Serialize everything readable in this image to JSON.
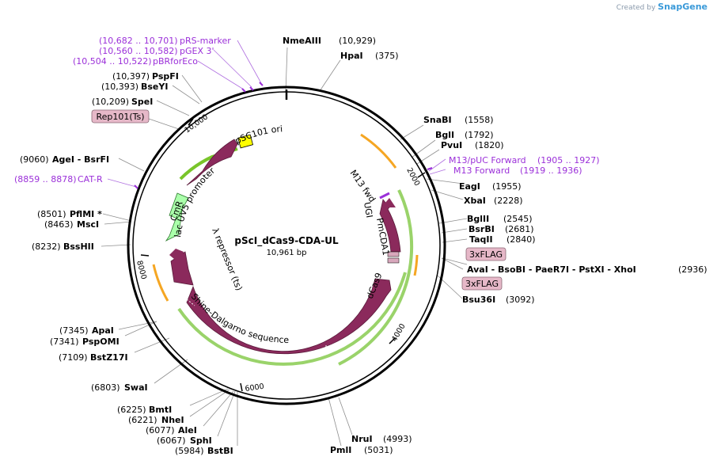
{
  "watermark": {
    "prefix": "Created by",
    "brand": "SnapGene"
  },
  "plasmid": {
    "name": "pScI_dCas9-CDA-UL",
    "length": "10,961 bp"
  },
  "colors": {
    "feature_arrow": "#8b2a5c",
    "primer": "#9b30d9",
    "orf": "#f5a623",
    "promoter": "#79c52a",
    "ori": "#ffff00",
    "resistance": "#aaffaa",
    "boxed_label": "#e6b8c8"
  },
  "enzymes": [
    {
      "name": "NmeAIII",
      "pos": "(10,929)"
    },
    {
      "name": "HpaI",
      "pos": "(375)"
    },
    {
      "name": "SnaBI",
      "pos": "(1558)"
    },
    {
      "name": "BglI",
      "pos": "(1792)"
    },
    {
      "name": "PvuI",
      "pos": "(1820)"
    },
    {
      "name": "EagI",
      "pos": "(1955)"
    },
    {
      "name": "XbaI",
      "pos": "(2228)"
    },
    {
      "name": "BglII",
      "pos": "(2545)"
    },
    {
      "name": "BsrBI",
      "pos": "(2681)"
    },
    {
      "name": "TaqII",
      "pos": "(2840)"
    },
    {
      "name": "AvaI - BsoBI - PaeR7I - PstXI - XhoI",
      "pos": "(2936)"
    },
    {
      "name": "Bsu36I",
      "pos": "(3092)"
    },
    {
      "name": "NruI",
      "pos": "(4993)"
    },
    {
      "name": "PmlI",
      "pos": "(5031)"
    },
    {
      "name": "BstBI",
      "pos": "(5984)"
    },
    {
      "name": "SphI",
      "pos": "(6067)"
    },
    {
      "name": "AleI",
      "pos": "(6077)"
    },
    {
      "name": "NheI",
      "pos": "(6221)"
    },
    {
      "name": "BmtI",
      "pos": "(6225)"
    },
    {
      "name": "SwaI",
      "pos": "(6803)"
    },
    {
      "name": "BstZ17I",
      "pos": "(7109)"
    },
    {
      "name": "PspOMI",
      "pos": "(7341)"
    },
    {
      "name": "ApaI",
      "pos": "(7345)"
    },
    {
      "name": "BssHII",
      "pos": "(8232)"
    },
    {
      "name": "MscI",
      "pos": "(8463)"
    },
    {
      "name": "PflMI *",
      "pos": "(8501)"
    },
    {
      "name": "AgeI - BsrFI",
      "pos": "(9060)"
    },
    {
      "name": "SpeI",
      "pos": "(10,209)"
    },
    {
      "name": "BseYI",
      "pos": "(10,393)"
    },
    {
      "name": "PspFI",
      "pos": "(10,397)"
    }
  ],
  "primers": [
    {
      "range": "(10,682 .. 10,701)",
      "name": "pRS-marker"
    },
    {
      "range": "(10,560 .. 10,582)",
      "name": "pGEX 3'"
    },
    {
      "range": "(10,504 .. 10,522)",
      "name": "pBRforEco"
    },
    {
      "range": "(1905 .. 1927)",
      "name": "M13/pUC Forward"
    },
    {
      "range": "(1919 .. 1936)",
      "name": "M13 Forward"
    },
    {
      "range": "(8859 .. 8878)",
      "name": "CAT-R"
    }
  ],
  "boxed_labels": [
    "Rep101(Ts)",
    "3xFLAG",
    "3xFLAG"
  ],
  "ticks": [
    "10,000",
    "2000",
    "4000",
    "6000",
    "8000"
  ],
  "features": [
    "pSC101 ori",
    "lac UV5 promoter",
    "CmR",
    "λ repressor (ts)",
    "Shine-Dalgarno sequence",
    "dCas9",
    "PmCDA1",
    "UGI",
    "M13 fwd"
  ]
}
